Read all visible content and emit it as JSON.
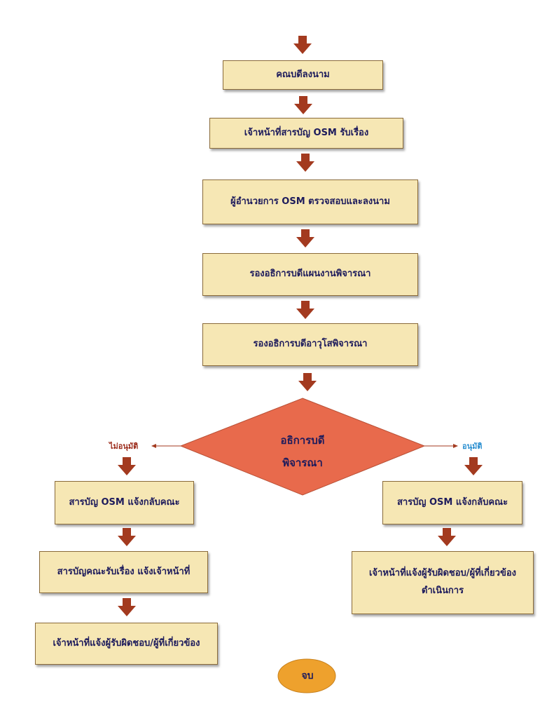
{
  "steps": {
    "s1": "คณบดีลงนาม",
    "s2": "เจ้าหน้าที่สารบัญ OSM รับเรื่อง",
    "s3": "ผู้อำนวยการ OSM ตรวจสอบและลงนาม",
    "s4": "รองอธิการบดีแผนงานพิจารณา",
    "s5": "รองอธิการบดีอาวุโสพิจารณา"
  },
  "decision": {
    "line1": "อธิการบดี",
    "line2": "พิจารณา",
    "no_label": "ไม่อนุมัติ",
    "yes_label": "อนุมัติ"
  },
  "left_branch": {
    "b1": "สารบัญ OSM แจ้งกลับคณะ",
    "b2": "สารบัญคณะรับเรื่อง แจ้งเจ้าหน้าที่",
    "b3": "เจ้าหน้าที่แจ้งผู้รับผิดชอบ/ผู้ที่เกี่ยวข้อง"
  },
  "right_branch": {
    "b1": "สารบัญ OSM แจ้งกลับคณะ",
    "b2_line1": "เจ้าหน้าที่แจ้งผู้รับผิดชอบ/ผู้ที่เกี่ยวข้อง",
    "b2_line2": "ดำเนินการ"
  },
  "end_label": "จบ",
  "colors": {
    "box_fill": "#f6e7b4",
    "arrow": "#a33a1f",
    "diamond": "#e86a4c",
    "end_oval": "#eea12d",
    "text": "#1d1b5c",
    "no_label": "#9b2a1a",
    "yes_label": "#2a8fd0"
  }
}
